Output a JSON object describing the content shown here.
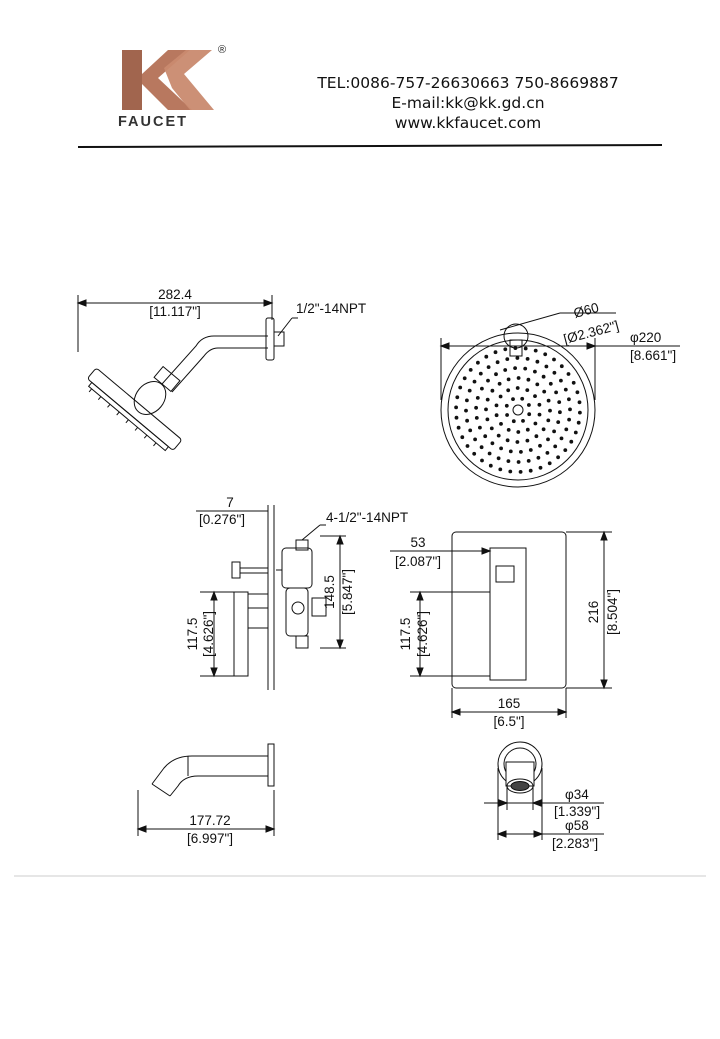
{
  "header": {
    "logo_letter": "K",
    "logo_brand": "FAUCET",
    "logo_mark": "®",
    "tel": "TEL:0086-757-26630663 750-8669887",
    "email": "E-mail:kk@kk.gd.cn",
    "website": "www.kkfaucet.com"
  },
  "colors": {
    "logo_copper": "#b8785f",
    "logo_copper_dark": "#8e5640",
    "line": "#111111",
    "divider": "#e6e6e6"
  },
  "shower_head_side": {
    "width_mm": "282.4",
    "width_in": "[11.117\"]",
    "thread": "1/2\"-14NPT"
  },
  "shower_head_top": {
    "arm_dia_mm": "Ø60",
    "arm_dia_in": "[Ø2.362\"]",
    "head_dia_mm": "φ220",
    "head_dia_in": "[8.661\"]"
  },
  "valve_side": {
    "plate_mm": "7",
    "plate_in": "[0.276\"]",
    "ports": "4-1/2\"-14NPT",
    "body_h_mm": "148.5",
    "body_h_in": "[5.847\"]",
    "handle_h_mm": "117.5",
    "handle_h_in": "[4.626\"]"
  },
  "valve_front": {
    "offset_mm": "53",
    "offset_in": "[2.087\"]",
    "height_mm": "216",
    "height_in": "[8.504\"]",
    "handle_h_mm": "117.5",
    "handle_h_in": "[4.626\"]",
    "width_mm": "165",
    "width_in": "[6.5\"]"
  },
  "spout_side": {
    "length_mm": "177.72",
    "length_in": "[6.997\"]"
  },
  "spout_front": {
    "outlet_mm": "φ34",
    "outlet_in": "[1.339\"]",
    "flange_mm": "φ58",
    "flange_in": "[2.283\"]"
  }
}
